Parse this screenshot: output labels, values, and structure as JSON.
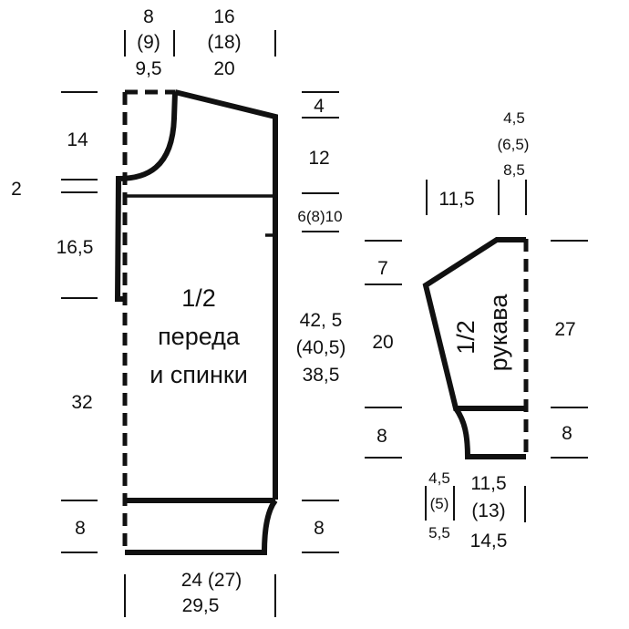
{
  "body_piece": {
    "title_line1": "1/2",
    "title_line2": "переда",
    "title_line3": "и спинки",
    "top_neck_width": [
      "8",
      "(9)",
      "9,5"
    ],
    "top_shoulder_width": [
      "16",
      "(18)",
      "20"
    ],
    "left_neck_depth": "14",
    "left_step": "2",
    "left_upper": "16,5",
    "left_middle": "32",
    "left_band": "8",
    "right_shoulder_slope": "4",
    "right_armhole": "12",
    "right_armhole_extra": "6(8)10",
    "right_side": [
      "42, 5",
      "(40,5)",
      "38,5"
    ],
    "right_band": "8",
    "bottom_width_line1": "24  (27)",
    "bottom_width_line2": "29,5"
  },
  "sleeve_piece": {
    "title_line1": "1/2",
    "title_line2": "рукава",
    "top_cap_width": [
      "4,5",
      "(6,5)",
      "8,5"
    ],
    "top_slope_width": "11,5",
    "left_cap": "7",
    "left_side": "20",
    "left_cuff": "8",
    "right_length": "27",
    "right_cuff": "8",
    "bottom_offset": [
      "4,5",
      "(5)",
      "5,5"
    ],
    "bottom_width": [
      "11,5",
      "(13)",
      "14,5"
    ]
  }
}
